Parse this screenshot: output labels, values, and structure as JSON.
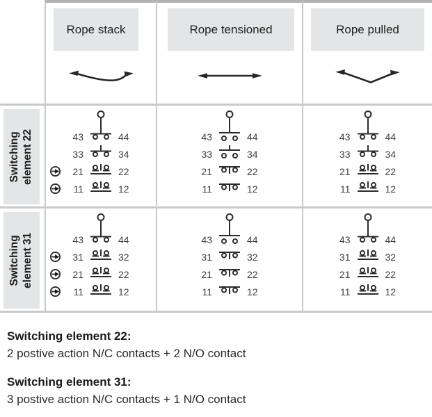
{
  "colors": {
    "grid_line": "#c8c9ca",
    "top_bar": "#b1b3b5",
    "header_box_bg": "#e4e5e6",
    "symbol_stroke": "#2b2b2b",
    "text": "#1a1a1a"
  },
  "header": {
    "columns": [
      {
        "label": "Rope stack",
        "rope": "slack",
        "icon": "rope-slack-icon"
      },
      {
        "label": "Rope tensioned",
        "rope": "tensioned",
        "icon": "rope-tensioned-icon"
      },
      {
        "label": "Rope pulled",
        "rope": "pulled",
        "icon": "rope-pulled-icon"
      }
    ]
  },
  "rows": [
    {
      "label_line1": "Switching",
      "label_line2": "element 22",
      "cells": [
        {
          "state": "rope-stack",
          "contacts": [
            {
              "left": "43",
              "right": "44",
              "type": "no-closed",
              "po": false
            },
            {
              "left": "33",
              "right": "34",
              "type": "no-closed",
              "po": false
            },
            {
              "left": "21",
              "right": "22",
              "type": "nc-open",
              "po": true
            },
            {
              "left": "11",
              "right": "12",
              "type": "nc-open",
              "po": true
            }
          ]
        },
        {
          "state": "rope-tensioned",
          "contacts": [
            {
              "left": "43",
              "right": "44",
              "type": "no-open",
              "po": false
            },
            {
              "left": "33",
              "right": "34",
              "type": "no-open",
              "po": false
            },
            {
              "left": "21",
              "right": "22",
              "type": "nc-closed",
              "po": false
            },
            {
              "left": "11",
              "right": "12",
              "type": "nc-closed",
              "po": false
            }
          ]
        },
        {
          "state": "rope-pulled",
          "contacts": [
            {
              "left": "43",
              "right": "44",
              "type": "no-closed",
              "po": false
            },
            {
              "left": "33",
              "right": "34",
              "type": "no-closed",
              "po": false
            },
            {
              "left": "21",
              "right": "22",
              "type": "nc-open",
              "po": false
            },
            {
              "left": "11",
              "right": "12",
              "type": "nc-open",
              "po": false
            }
          ]
        }
      ]
    },
    {
      "label_line1": "Switching",
      "label_line2": "element 31",
      "cells": [
        {
          "state": "rope-stack",
          "contacts": [
            {
              "left": "43",
              "right": "44",
              "type": "no-closed",
              "po": false
            },
            {
              "left": "31",
              "right": "32",
              "type": "nc-open",
              "po": true
            },
            {
              "left": "21",
              "right": "22",
              "type": "nc-open",
              "po": true
            },
            {
              "left": "11",
              "right": "12",
              "type": "nc-open",
              "po": true
            }
          ]
        },
        {
          "state": "rope-tensioned",
          "contacts": [
            {
              "left": "43",
              "right": "44",
              "type": "no-open",
              "po": false
            },
            {
              "left": "31",
              "right": "32",
              "type": "nc-closed",
              "po": false
            },
            {
              "left": "21",
              "right": "22",
              "type": "nc-closed",
              "po": false
            },
            {
              "left": "11",
              "right": "12",
              "type": "nc-closed",
              "po": false
            }
          ]
        },
        {
          "state": "rope-pulled",
          "contacts": [
            {
              "left": "43",
              "right": "44",
              "type": "no-closed",
              "po": false
            },
            {
              "left": "31",
              "right": "32",
              "type": "nc-open",
              "po": false
            },
            {
              "left": "21",
              "right": "22",
              "type": "nc-open",
              "po": false
            },
            {
              "left": "11",
              "right": "12",
              "type": "nc-open",
              "po": false
            }
          ]
        }
      ]
    }
  ],
  "notes": [
    {
      "title": "Switching element 22:",
      "body": "2 postive action N/C contacts + 2 N/O contact"
    },
    {
      "title": "Switching element 31:",
      "body": "3 postive action N/C contacts + 1 N/O contact"
    }
  ]
}
